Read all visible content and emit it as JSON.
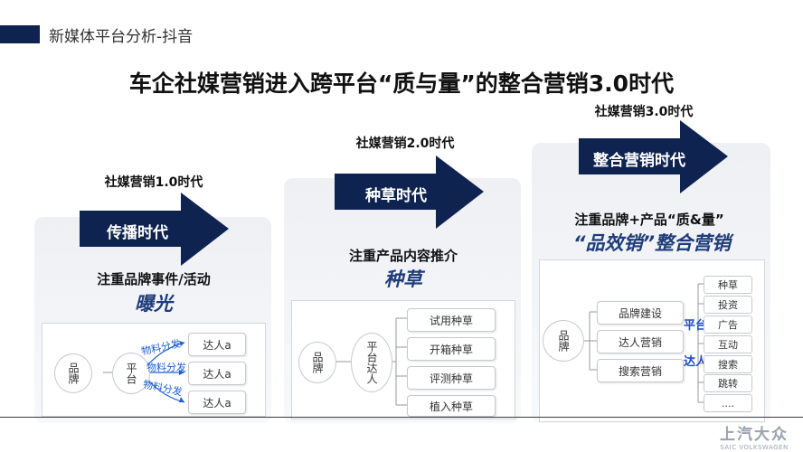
{
  "header": {
    "title": "新媒体平台分析-抖音"
  },
  "main_title": "车企社媒营销进入跨平台“质与量”的整合营销3.0时代",
  "eras": [
    {
      "era_label": "社媒营销1.0时代",
      "arrow_label": "传播时代",
      "focus": "注重品牌事件/活动",
      "keyword": "曝光",
      "diagram": {
        "source": "品牌",
        "hub": "平台",
        "distribution_label": "物料分发",
        "targets": [
          "达人a",
          "达人a",
          "达人a"
        ]
      }
    },
    {
      "era_label": "社媒营销2.0时代",
      "arrow_label": "种草时代",
      "focus": "注重产品内容推介",
      "keyword": "种草",
      "diagram": {
        "source": "品牌",
        "hub": "平台达人",
        "methods": [
          "试用种草",
          "开箱种草",
          "评测种草",
          "植入种草"
        ]
      }
    },
    {
      "era_label": "社媒营销3.0时代",
      "arrow_label": "整合营销时代",
      "focus": "注重品牌+产品“质&量”",
      "keyword": "“品效销”整合营销",
      "diagram": {
        "source": "品牌",
        "strategies": [
          "品牌建设",
          "达人营销",
          "搜索营销"
        ],
        "channel_labels": [
          "平台",
          "达人"
        ],
        "actions": [
          "种草",
          "投资",
          "广告",
          "互动",
          "搜索",
          "跳转",
          "...."
        ]
      }
    }
  ],
  "footer": {
    "logo_main": "上汽大众",
    "logo_sub": "SAIC VOLKSWAGEN"
  },
  "colors": {
    "navy": "#0f2350",
    "keyword_blue": "#1f3d7a",
    "label_blue": "#1f4fbf",
    "panel_bg": "#eef0f4"
  }
}
